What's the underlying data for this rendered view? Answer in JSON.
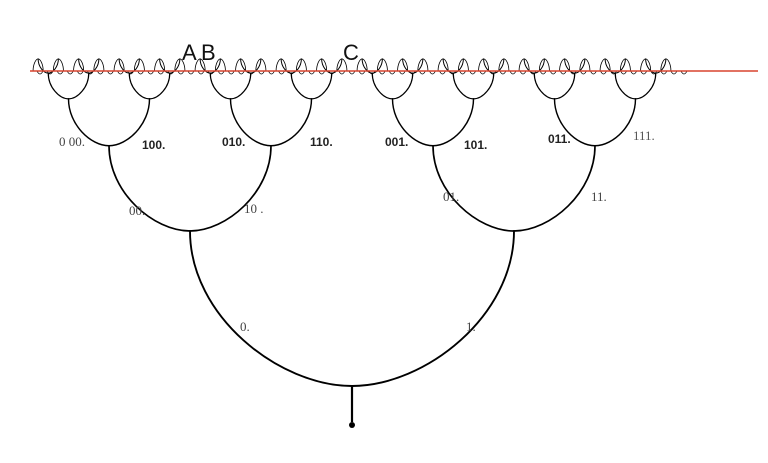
{
  "top_letters": {
    "a": "A",
    "b": "B",
    "c": "C"
  },
  "labels": {
    "root_left": "0.",
    "root_right": "1.",
    "l2_00": "00.",
    "l2_10": "10 .",
    "l2_01": "01.",
    "l2_11": "11.",
    "l3_000": "0 00.",
    "l3_100": "100.",
    "l3_010": "010.",
    "l3_110": "110.",
    "l3_001": "001.",
    "l3_101": "101.",
    "l3_011": "011.",
    "l3_111": "111."
  },
  "colors": {
    "line": "#000000",
    "boundary": "#d9442e"
  }
}
